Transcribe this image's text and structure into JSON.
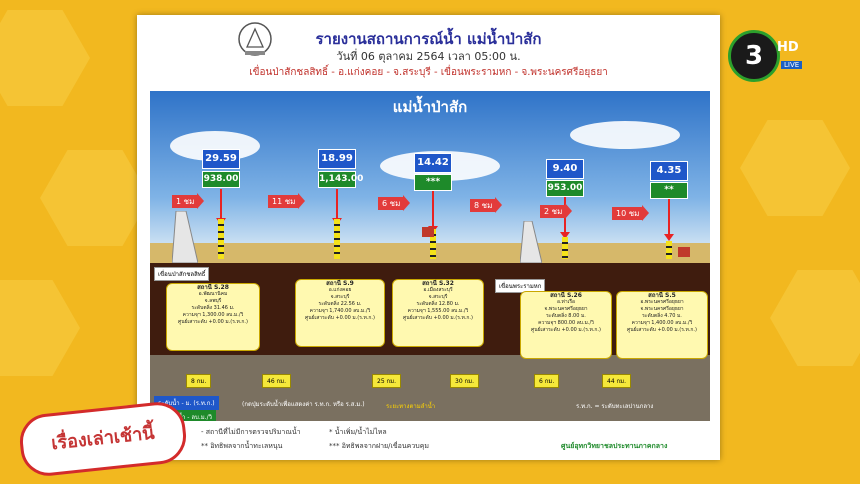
{
  "header": {
    "title": "รายงานสถานการณ์น้ำ แม่น้ำป่าสัก",
    "date": "วันที่ 06 ตุลาคม 2564 เวลา 05:00 น.",
    "route": "เขื่อนป่าสักชลสิทธิ์ - อ.แก่งคอย - จ.สระบุรี - เขื่อนพระรามหก - จ.พระนครศรีอยุธยา"
  },
  "river_title": "แม่น้ำป่าสัก",
  "gauges": [
    {
      "level": "29.59",
      "flow": "938.00"
    },
    {
      "level": "18.99",
      "flow": "1,143.00"
    },
    {
      "level": "14.42",
      "flow": "***"
    },
    {
      "level": "9.40",
      "flow": "953.00"
    },
    {
      "level": "4.35",
      "flow": "**"
    }
  ],
  "travel_times": [
    "1 ชม",
    "11 ชม",
    "6 ชม",
    "8 ชม",
    "2 ชม",
    "10 ชม"
  ],
  "dams": [
    "เขื่อนป่าสักชลสิทธิ์",
    "เขื่อนพระรามหก"
  ],
  "stations": [
    {
      "name": "สถานี S.28",
      "lines": [
        "อ.พัฒนานิคม",
        "จ.ลพบุรี",
        "ระดับตลิ่ง 31.46 ม.",
        "ความจุฯ 1,300.00 ลบ.ม./วิ",
        "ศูนย์เสาระดับ +0.00 ม.(ร.ท.ก.)"
      ]
    },
    {
      "name": "สถานี S.9",
      "lines": [
        "อ.แก่งคอย",
        "จ.สระบุรี",
        "ระดับตลิ่ง 22.56 ม.",
        "ความจุฯ 1,740.00 ลบ.ม./วิ",
        "ศูนย์เสาระดับ +0.00 ม.(ร.ท.ก.)"
      ]
    },
    {
      "name": "สถานี S.32",
      "lines": [
        "อ.เมืองสระบุรี",
        "จ.สระบุรี",
        "ระดับตลิ่ง 12.80 ม.",
        "ความจุฯ 1,555.00 ลบ.ม./วิ",
        "ศูนย์เสาระดับ +0.00 ม.(ร.ท.ก.)"
      ]
    },
    {
      "name": "สถานี S.26",
      "lines": [
        "อ.ท่าเรือ",
        "จ.พระนครศรีอยุธยา",
        "ระดับตลิ่ง 8.00 ม.",
        "ความจุฯ 800.00 ลบ.ม./วิ",
        "ศูนย์เสาระดับ +0.00 ม.(ร.ท.ก.)"
      ]
    },
    {
      "name": "สถานี S.5",
      "lines": [
        "อ.พระนครศรีอยุธยา",
        "จ.พระนครศรีอยุธยา",
        "ระดับตลิ่ง 4.70 ม.",
        "ความจุฯ 1,400.00 ลบ.ม./วิ",
        "ศูนย์เสาระดับ +0.00 ม.(ร.ท.ก.)"
      ]
    }
  ],
  "distances": [
    "8 กม.",
    "46 กม.",
    "25 กม.",
    "30 กม.",
    "6 กม.",
    "44 กม."
  ],
  "legend": {
    "level": "ระดับน้ำ - ม. (ร.ท.ก.)",
    "flow": "ปริมาณน้ำ - ลบ.ม./วิ",
    "note": "(กดปุ่มระดับน้ำเพื่อแสดงค่า ร.ท.ก. หรือ ร.ส.ม.)",
    "direction": "ระยะทางตามลำน้ำ",
    "datum": "ร.ท.ก. = ระดับทะเลปานกลาง"
  },
  "footnotes": {
    "n1": "- สถานีที่ไม่มีการตรวจปริมาณน้ำ",
    "n2": "* น้ำเพิ่ม/น้ำไม่ไหล",
    "n3": "** อิทธิพลจากน้ำทะเลหนุน",
    "n4": "*** อิทธิพลจากฝาย/เขื่อนควบคุม",
    "source": "ศูนย์อุทกวิทยาชลประทานภาคกลาง"
  },
  "channel": {
    "number": "3",
    "hd": "HD",
    "live": "LIVE"
  },
  "show_logo": "เรื่องเล่าเช้านี้",
  "colors": {
    "background": "#f2b81f",
    "level_box": "#1f57c9",
    "flow_box": "#1e8a2a",
    "arrow": "#e82323"
  }
}
